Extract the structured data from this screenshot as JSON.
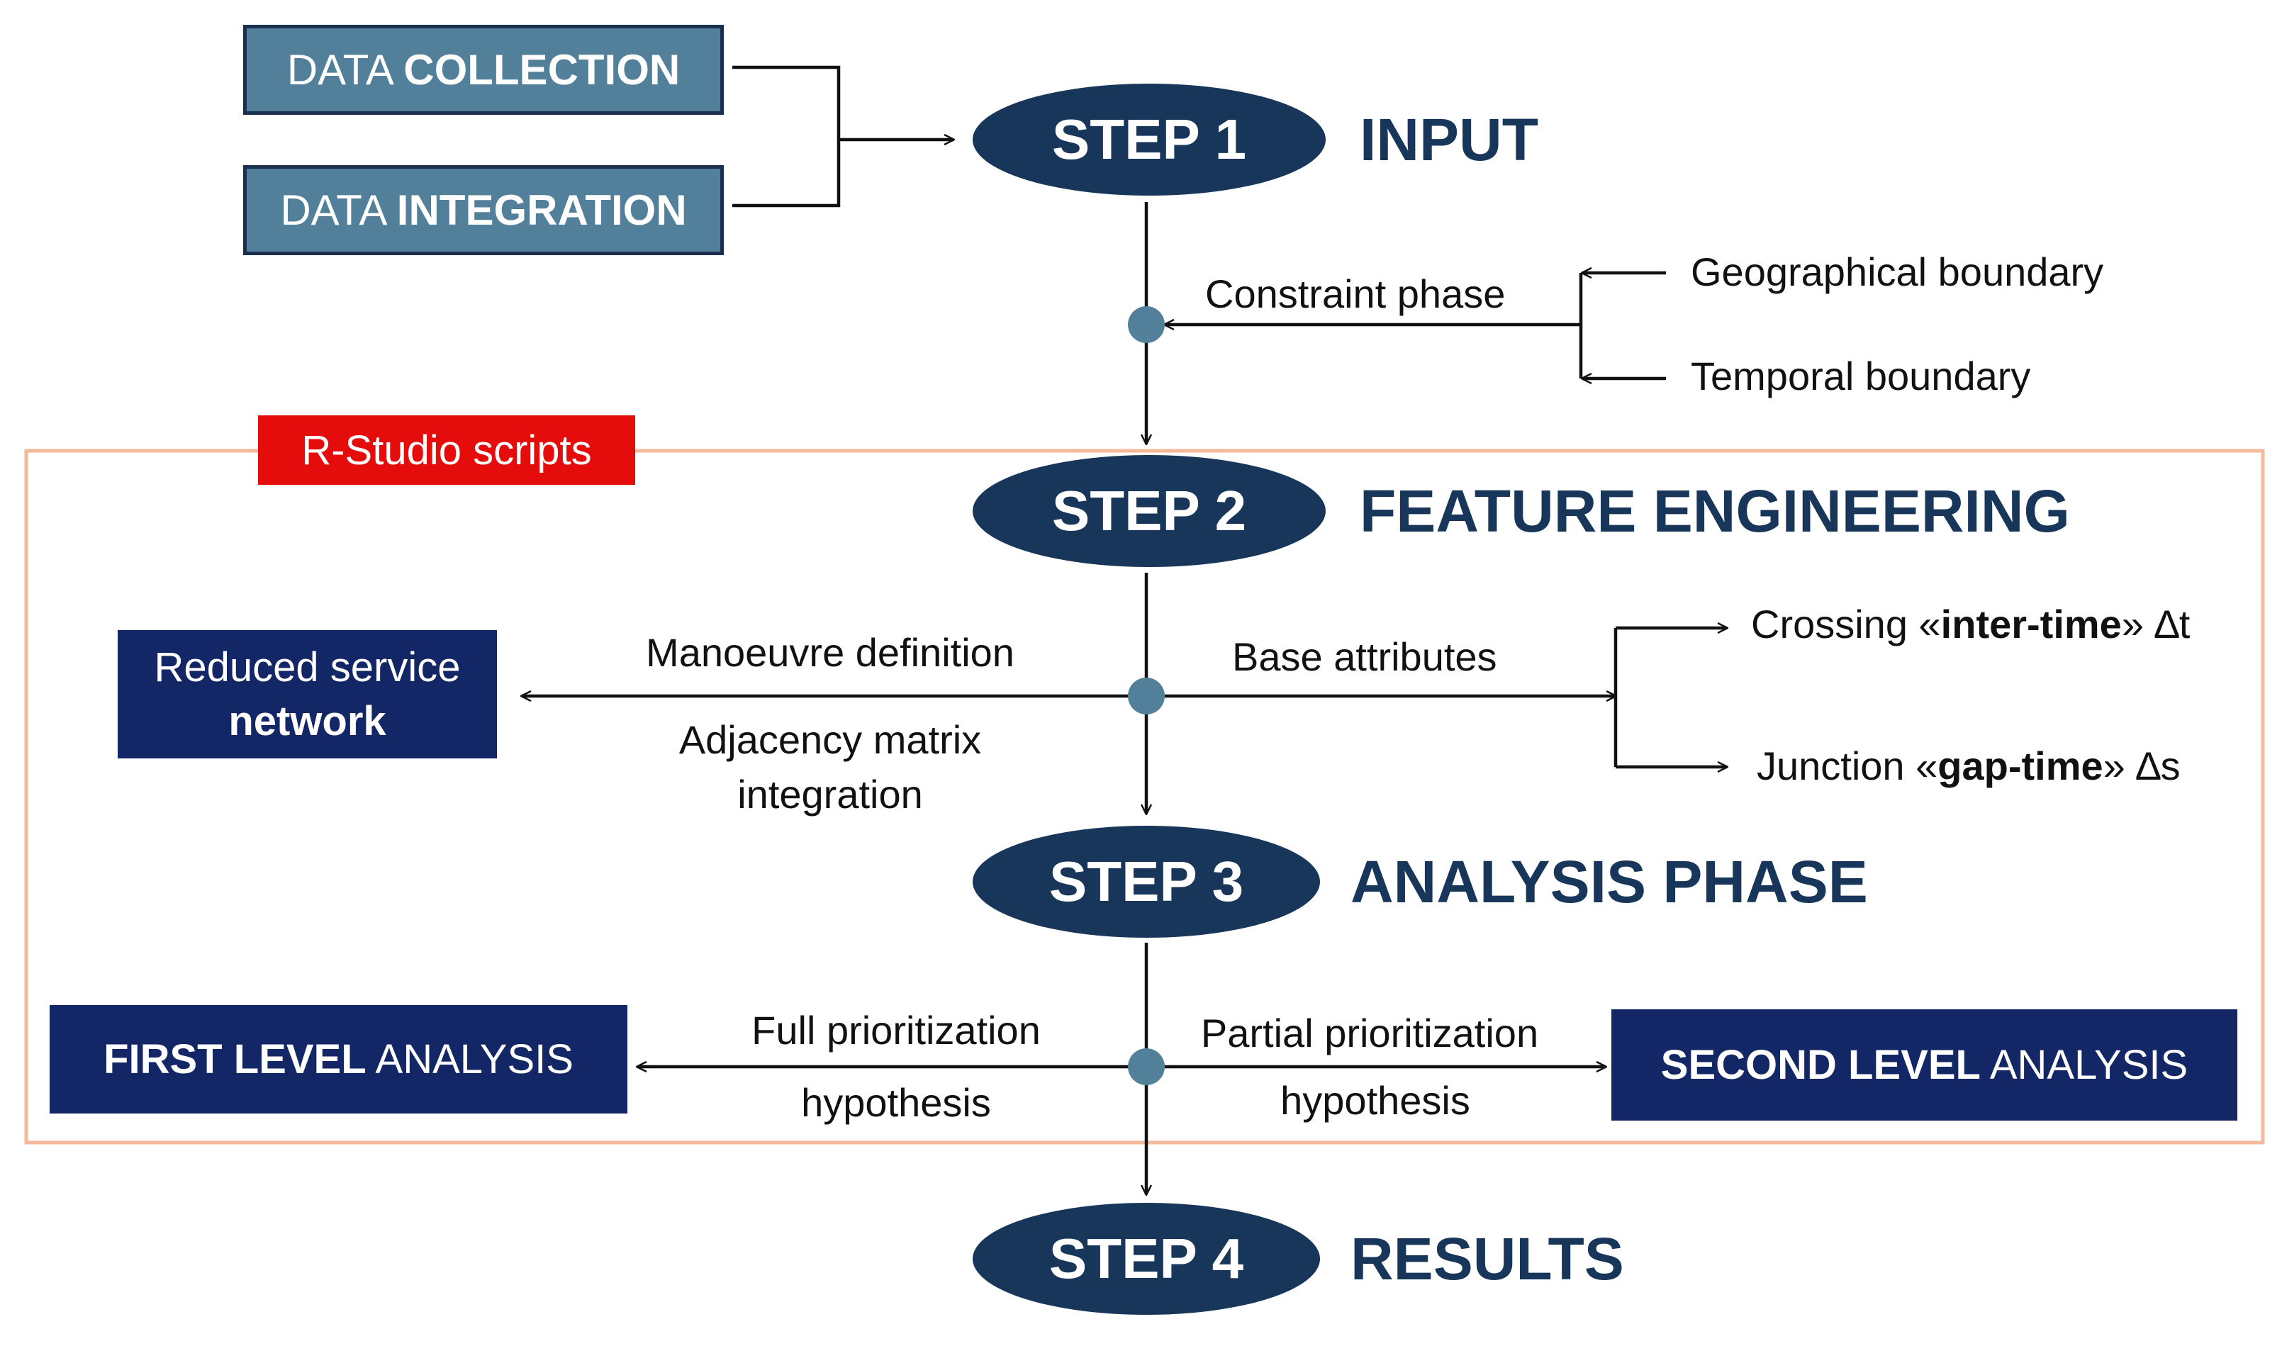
{
  "inputs": {
    "collection": {
      "prefix": "DATA ",
      "strong": "COLLECTION"
    },
    "integration": {
      "prefix": "DATA ",
      "strong": "INTEGRATION"
    }
  },
  "steps": [
    {
      "label": "STEP 1",
      "title": "INPUT"
    },
    {
      "label": "STEP 2",
      "title": "FEATURE ENGINEERING"
    },
    {
      "label": "STEP 3",
      "title": "ANALYSIS PHASE"
    },
    {
      "label": "STEP 4",
      "title": "RESULTS"
    }
  ],
  "constraint": {
    "label": "Constraint phase",
    "geographical": "Geographical boundary",
    "temporal": "Temporal boundary"
  },
  "rstudio_tag": "R-Studio scripts",
  "feature": {
    "reduced_line1": "Reduced service",
    "reduced_line2": "network",
    "manoeuvre": "Manoeuvre definition",
    "adjacency_strong": "Adjacency matrix",
    "adjacency_rest": "integration",
    "base_attributes": "Base attributes",
    "crossing": {
      "prefix": "Crossing «",
      "strong": "inter-time",
      "suffix": "» ∆t"
    },
    "junction": {
      "prefix": "Junction «",
      "strong": "gap-time",
      "suffix": "» ∆s"
    }
  },
  "analysis": {
    "first": {
      "strong": "FIRST LEVEL",
      "rest": " ANALYSIS"
    },
    "second": {
      "strong": "SECOND LEVEL",
      "rest": " ANALYSIS"
    },
    "full_strong": "Full prioritization",
    "full_rest": "hypothesis",
    "partial_strong": "Partial prioritization",
    "partial_rest": "hypothesis"
  },
  "colors": {
    "steel_box": "#52809a",
    "navy_box": "#132666",
    "step_ellipse": "#17365a",
    "node": "#52809a",
    "frame": "#f4b89a",
    "tag": "#e50c0c"
  }
}
